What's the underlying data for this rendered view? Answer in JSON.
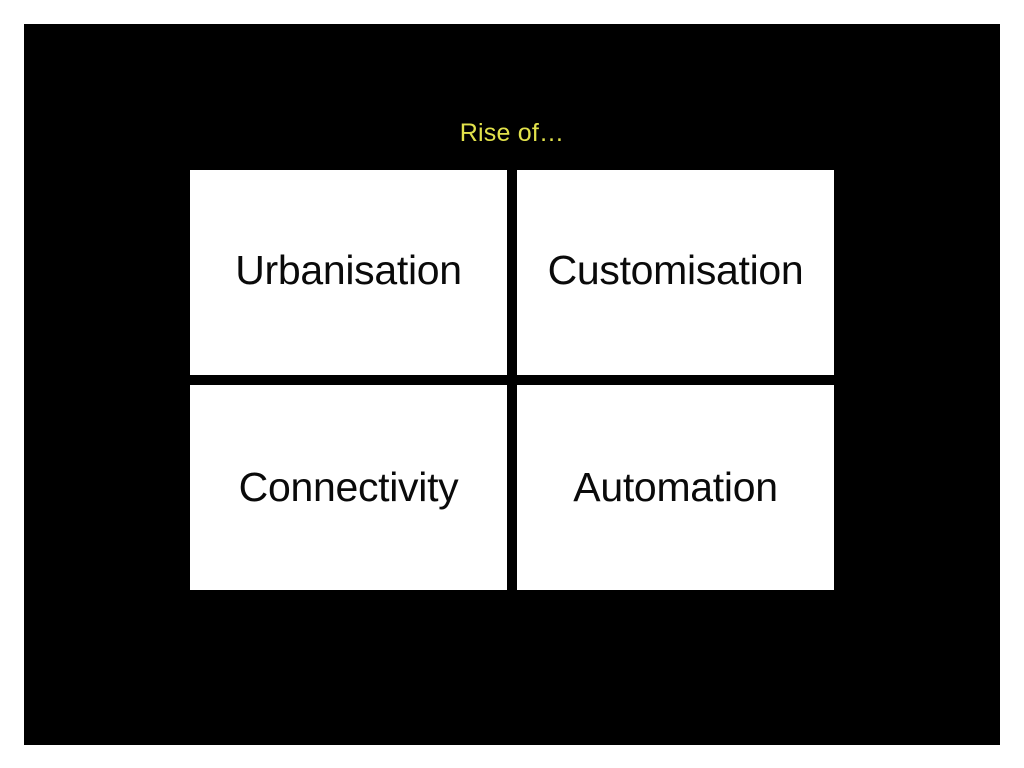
{
  "slide": {
    "background_color": "#000000",
    "page_background_color": "#ffffff",
    "title": "Rise of…",
    "title_color": "#e2e24b",
    "card_background_color": "#ffffff",
    "card_text_color": "#0a0a0a",
    "quadrants": [
      {
        "label": "Urbanisation",
        "position": "top-left"
      },
      {
        "label": "Customisation",
        "position": "top-right"
      },
      {
        "label": "Connectivity",
        "position": "bottom-left"
      },
      {
        "label": "Automation",
        "position": "bottom-right"
      }
    ]
  }
}
